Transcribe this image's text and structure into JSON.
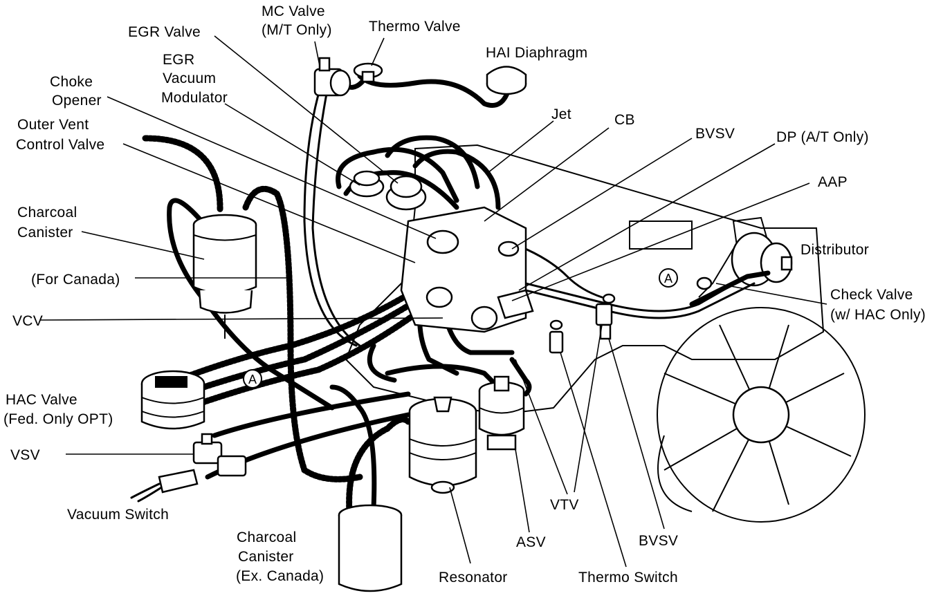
{
  "labels": {
    "mc_valve": "MC Valve",
    "mc_valve_note": "(M/T Only)",
    "thermo_valve": "Thermo Valve",
    "egr_valve": "EGR Valve",
    "hai_diaphragm": "HAI Diaphragm",
    "egr_vac_mod_1": "EGR",
    "egr_vac_mod_2": "Vacuum",
    "egr_vac_mod_3": "Modulator",
    "choke_opener_1": "Choke",
    "choke_opener_2": "Opener",
    "jet": "Jet",
    "cb": "CB",
    "bvsv_top": "BVSV",
    "dp": "DP (A/T Only)",
    "outer_vent_1": "Outer Vent",
    "outer_vent_2": "Control Valve",
    "aap": "AAP",
    "charcoal_canister_1": "Charcoal",
    "charcoal_canister_2": "Canister",
    "distributor": "Distributor",
    "for_canada": "(For Canada)",
    "check_valve_1": "Check Valve",
    "check_valve_2": "(w/ HAC Only)",
    "vcv": "VCV",
    "hac_valve_1": "HAC Valve",
    "hac_valve_2": "(Fed. Only OPT)",
    "vsv": "VSV",
    "vacuum_switch": "Vacuum Switch",
    "vtv": "VTV",
    "asv": "ASV",
    "bvsv_bottom": "BVSV",
    "charcoal_ex_1": "Charcoal",
    "charcoal_ex_2": "Canister",
    "charcoal_ex_3": "(Ex. Canada)",
    "resonator": "Resonator",
    "thermo_switch": "Thermo Switch",
    "circle_a": "A"
  }
}
